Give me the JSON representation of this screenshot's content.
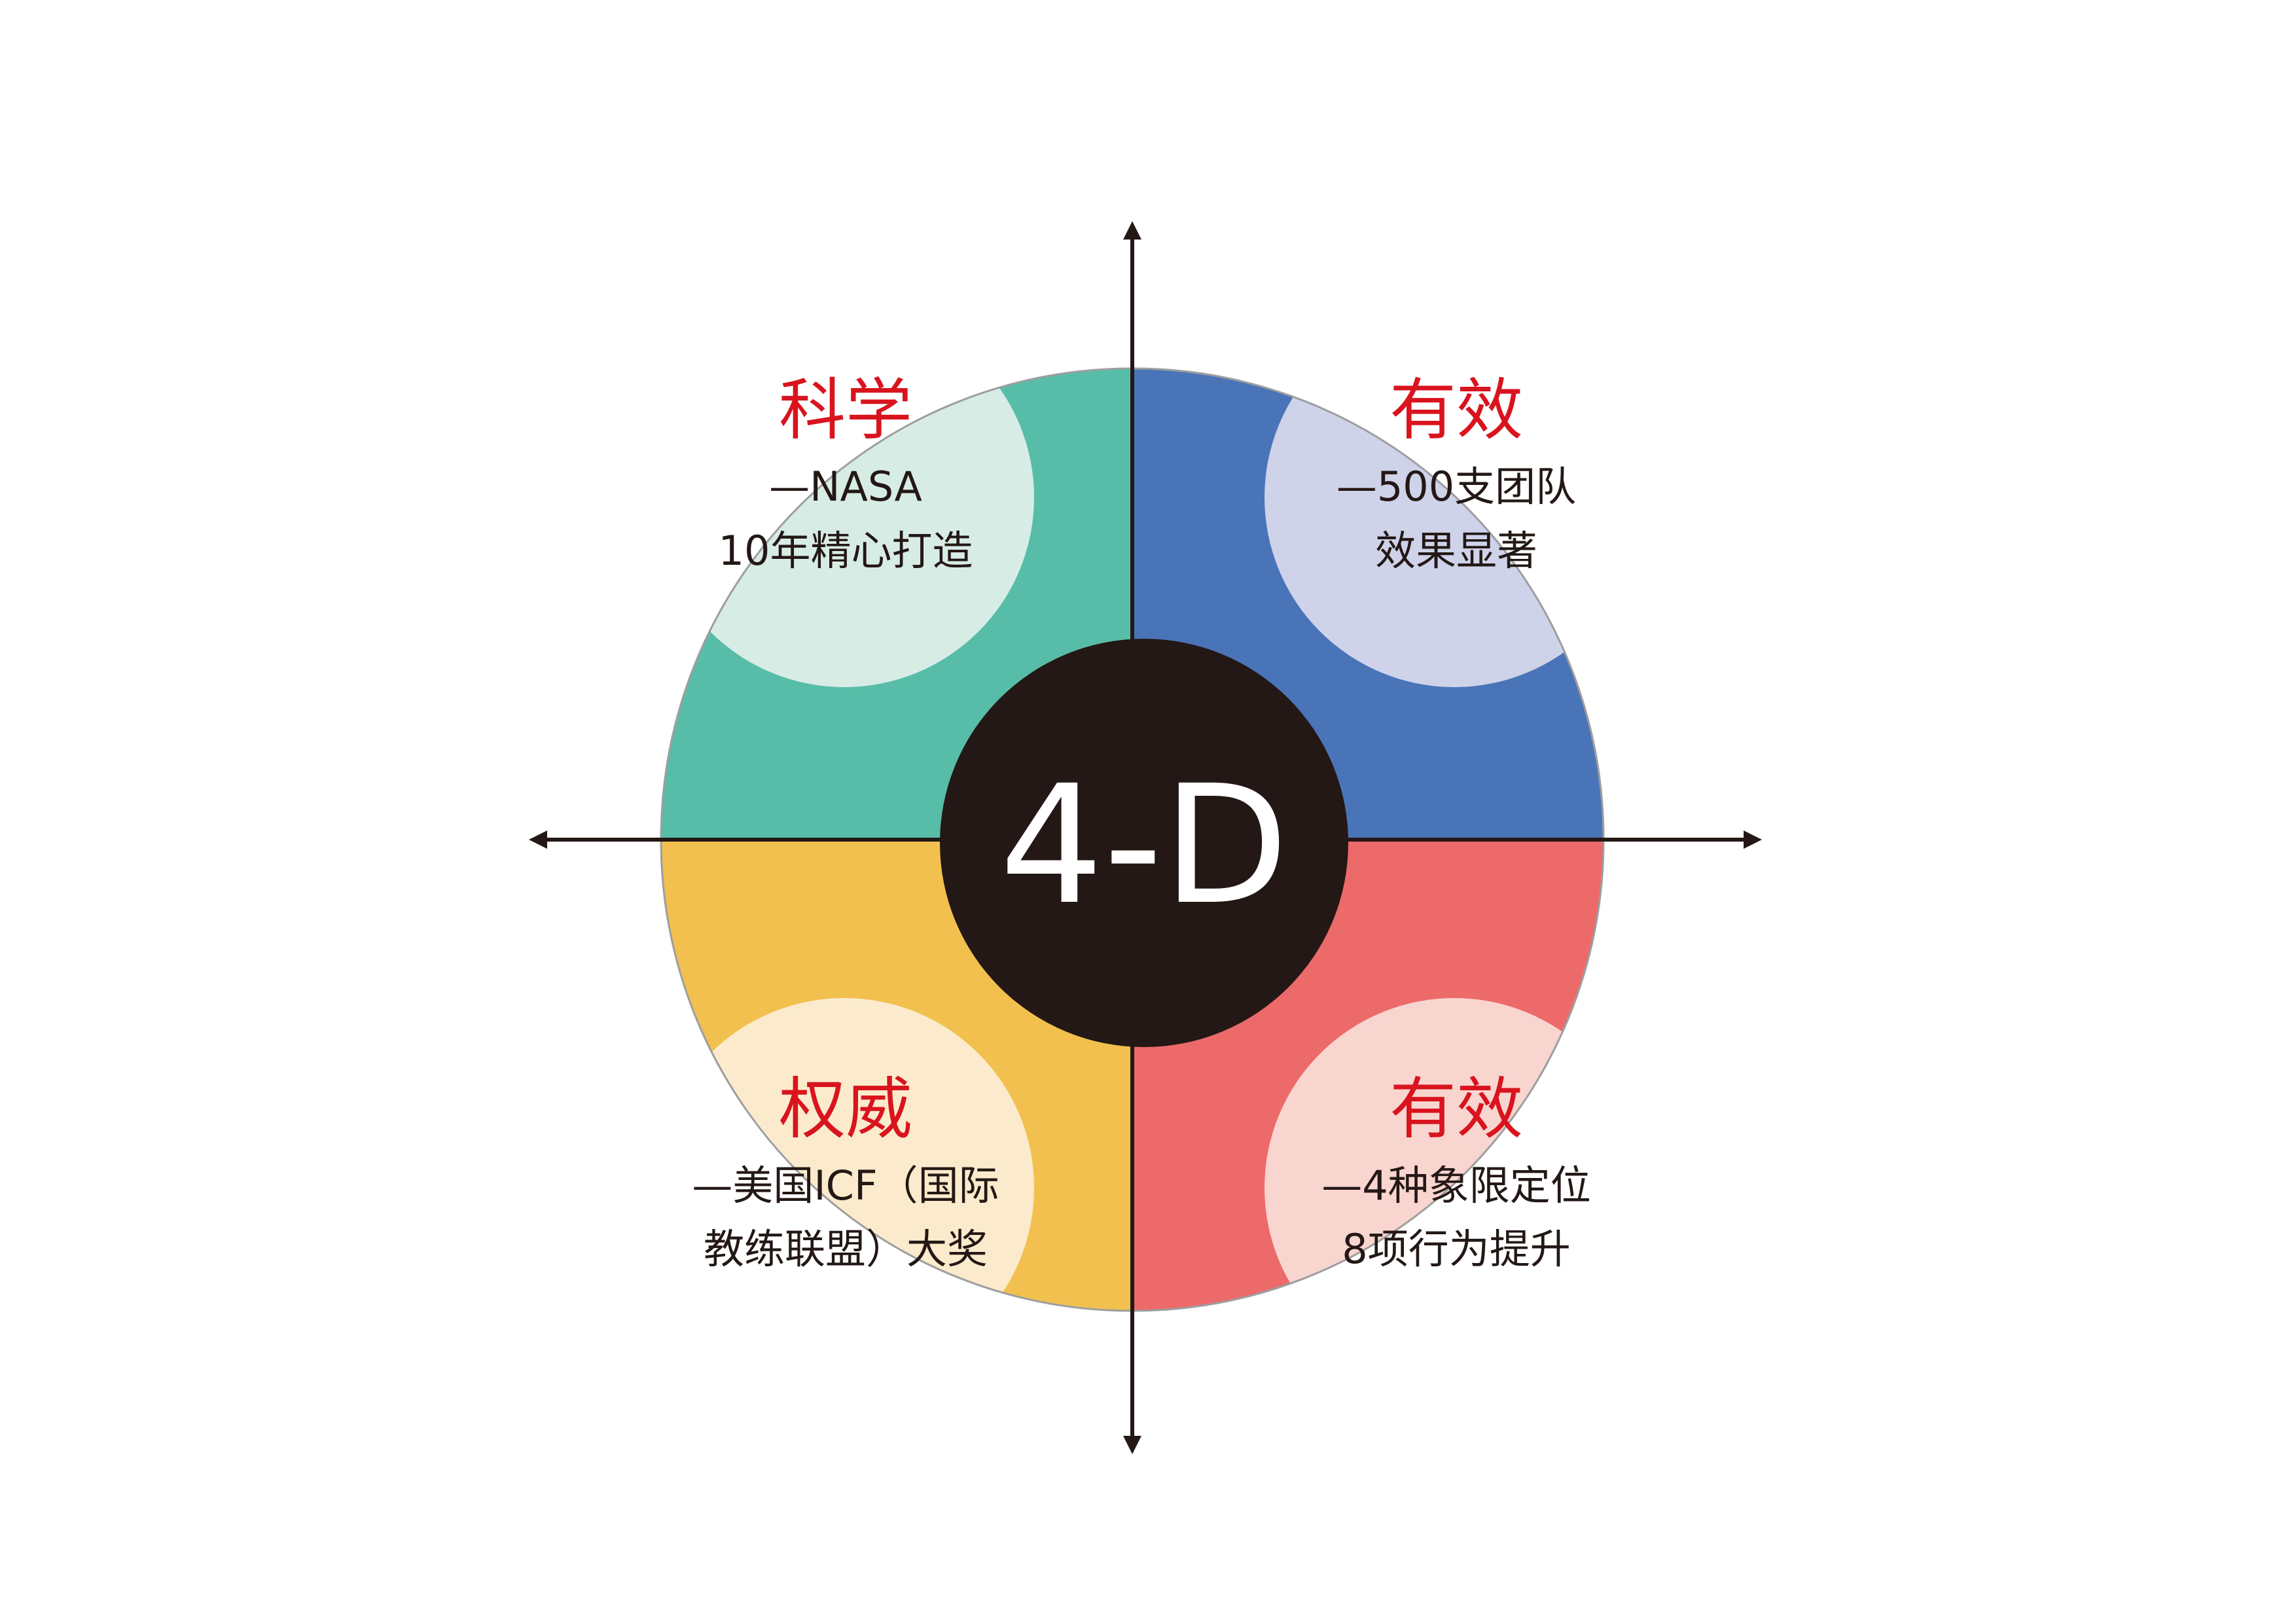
{
  "diagram": {
    "center_label": "4-D",
    "quadrants": [
      {
        "position": "top-left",
        "title": "科学",
        "line1": "—NASA",
        "line2": "10年精心打造"
      },
      {
        "position": "top-right",
        "title": "有效",
        "line1": "—500支团队",
        "line2": "效果显著"
      },
      {
        "position": "bottom-left",
        "title": "权威",
        "line1": "—美国ICF（国际",
        "line2": "教练联盟）大奖"
      },
      {
        "position": "bottom-right",
        "title": "有效",
        "line1": "—4种象限定位",
        "line2": "8项行为提升"
      }
    ],
    "colors": {
      "top_left": "#57bda8",
      "top_right": "#4a74b8",
      "bottom_left": "#f2c04e",
      "bottom_right": "#ed6a6a",
      "top_left_light": "#d8ece6",
      "top_right_light": "#ced3ea",
      "bottom_left_light": "#fbebcc",
      "bottom_right_light": "#f9d5d0",
      "center": "#231815",
      "axis": "#231815",
      "title_text": "#d9141e"
    }
  }
}
